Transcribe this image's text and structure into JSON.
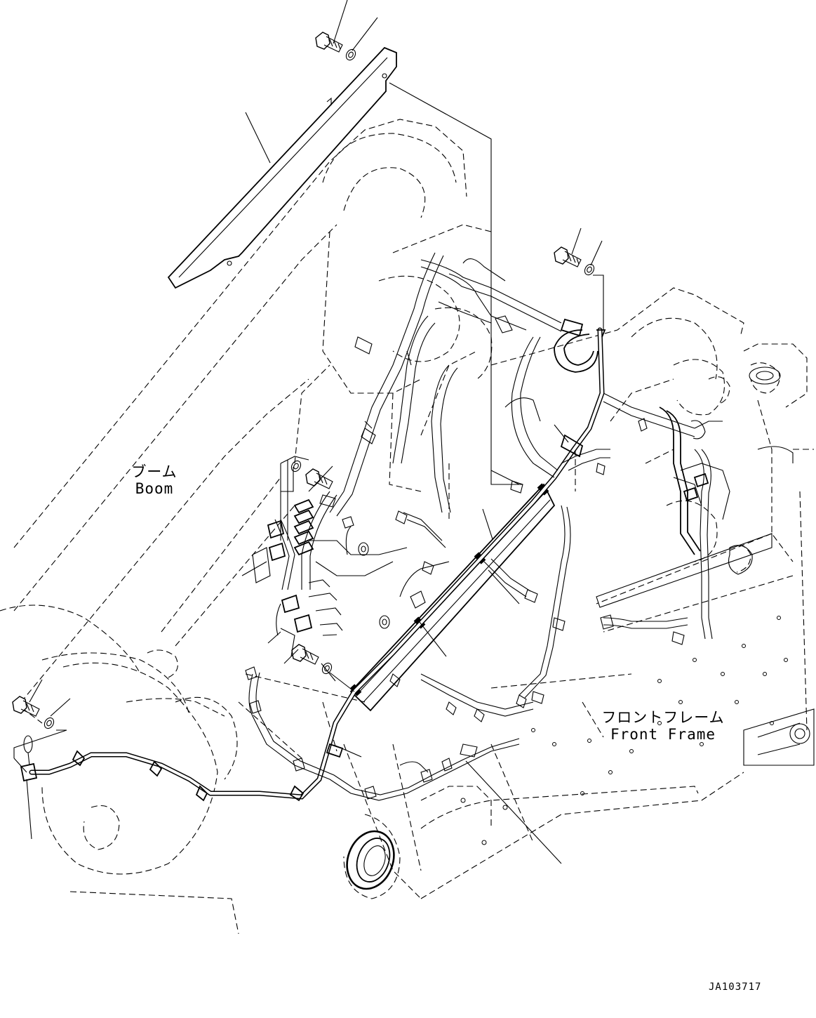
{
  "labels": {
    "boom_jp": "ブーム",
    "boom_en": "Boom",
    "frame_jp": "フロントフレーム",
    "frame_en": "Front Frame",
    "drawing_code": "JA103717"
  },
  "colors": {
    "line": "#000000",
    "background": "#ffffff"
  }
}
